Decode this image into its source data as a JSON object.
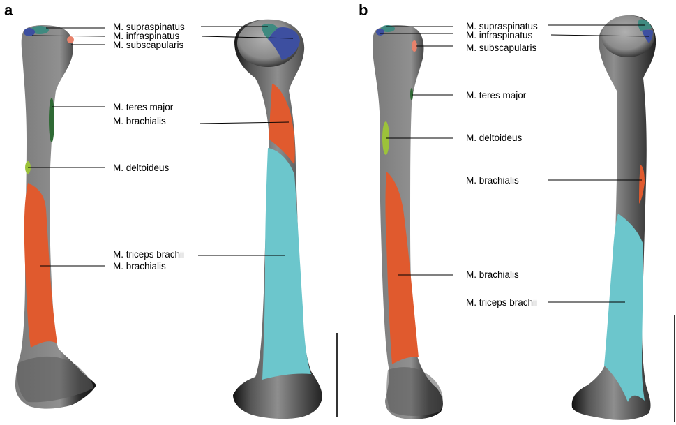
{
  "figure": {
    "panels": [
      {
        "letter": "a",
        "labels": {
          "supraspinatus": "M. supraspinatus",
          "infraspinatus": "M. infraspinatus",
          "subscapularis": "M. subscapularis",
          "teres_major": "M. teres major",
          "brachialis_upper": "M. brachialis",
          "deltoideus": "M. deltoideus",
          "triceps_brachii": "M. triceps brachii",
          "brachialis_lower": "M. brachialis"
        }
      },
      {
        "letter": "b",
        "labels": {
          "supraspinatus": "M. supraspinatus",
          "infraspinatus": "M. infraspinatus",
          "subscapularis": "M. subscapularis",
          "teres_major": "M. teres major",
          "deltoideus": "M. deltoideus",
          "brachialis_upper": "M. brachialis",
          "brachialis_lower": "M. brachialis",
          "triceps_brachii": "M. triceps brachii"
        }
      }
    ],
    "colors": {
      "bone_light": "#8c8c8c",
      "bone_dark": "#1a1a1a",
      "supraspinatus": "#3f8a80",
      "infraspinatus": "#3d4fa0",
      "subscapularis": "#e8826b",
      "teres_major": "#2f6a35",
      "deltoideus": "#9cc23a",
      "brachialis": "#e05a2e",
      "triceps_brachii": "#6cc6cc"
    }
  }
}
